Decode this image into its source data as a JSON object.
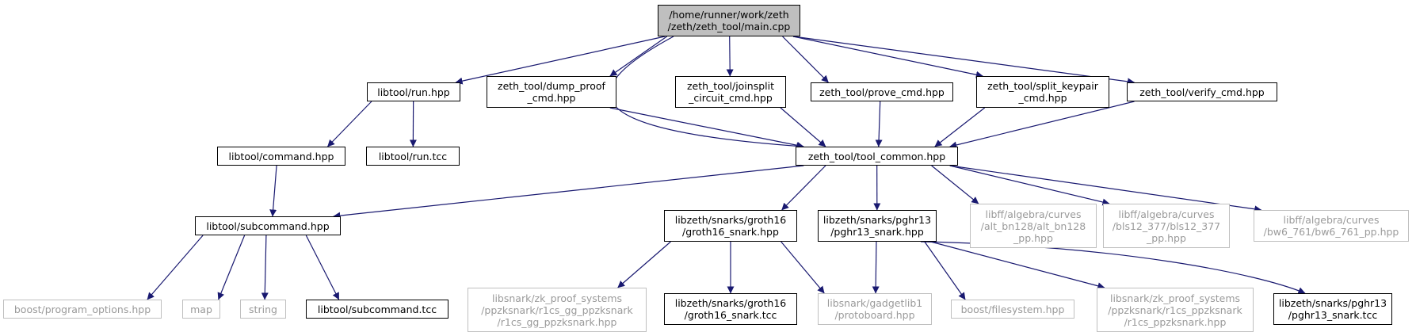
{
  "graph": {
    "edge_color": "#191970",
    "root_fill": "#bfbfbf",
    "external_border": "#bfbfbf",
    "nodes": {
      "main": {
        "label": "/home/runner/work/zeth\n/zeth/zeth_tool/main.cpp",
        "kind": "root"
      },
      "run_hpp": {
        "label": "libtool/run.hpp",
        "kind": "local"
      },
      "dump_proof": {
        "label": "zeth_tool/dump_proof\n_cmd.hpp",
        "kind": "local"
      },
      "joinsplit": {
        "label": "zeth_tool/joinsplit\n_circuit_cmd.hpp",
        "kind": "local"
      },
      "prove_cmd": {
        "label": "zeth_tool/prove_cmd.hpp",
        "kind": "local"
      },
      "split_keypair": {
        "label": "zeth_tool/split_keypair\n_cmd.hpp",
        "kind": "local"
      },
      "verify_cmd": {
        "label": "zeth_tool/verify_cmd.hpp",
        "kind": "local"
      },
      "command_hpp": {
        "label": "libtool/command.hpp",
        "kind": "local"
      },
      "run_tcc": {
        "label": "libtool/run.tcc",
        "kind": "local"
      },
      "tool_common": {
        "label": "zeth_tool/tool_common.hpp",
        "kind": "local"
      },
      "subcommand_hpp": {
        "label": "libtool/subcommand.hpp",
        "kind": "local"
      },
      "groth16_snark": {
        "label": "libzeth/snarks/groth16\n/groth16_snark.hpp",
        "kind": "local"
      },
      "pghr13_snark": {
        "label": "libzeth/snarks/pghr13\n/pghr13_snark.hpp",
        "kind": "local"
      },
      "alt_bn128": {
        "label": "libff/algebra/curves\n/alt_bn128/alt_bn128\n_pp.hpp",
        "kind": "external"
      },
      "bls12_377": {
        "label": "libff/algebra/curves\n/bls12_377/bls12_377\n_pp.hpp",
        "kind": "external"
      },
      "bw6_761": {
        "label": "libff/algebra/curves\n/bw6_761/bw6_761_pp.hpp",
        "kind": "external"
      },
      "program_options": {
        "label": "boost/program_options.hpp",
        "kind": "external"
      },
      "map": {
        "label": "map",
        "kind": "external"
      },
      "string": {
        "label": "string",
        "kind": "external"
      },
      "subcommand_tcc": {
        "label": "libtool/subcommand.tcc",
        "kind": "local"
      },
      "r1cs_gg": {
        "label": "libsnark/zk_proof_systems\n/ppzksnark/r1cs_gg_ppzksnark\n/r1cs_gg_ppzksnark.hpp",
        "kind": "external"
      },
      "groth16_tcc": {
        "label": "libzeth/snarks/groth16\n/groth16_snark.tcc",
        "kind": "local"
      },
      "protoboard": {
        "label": "libsnark/gadgetlib1\n/protoboard.hpp",
        "kind": "external"
      },
      "filesystem": {
        "label": "boost/filesystem.hpp",
        "kind": "external"
      },
      "r1cs_ppzk": {
        "label": "libsnark/zk_proof_systems\n/ppzksnark/r1cs_ppzksnark\n/r1cs_ppzksnark.hpp",
        "kind": "external"
      },
      "pghr13_tcc": {
        "label": "libzeth/snarks/pghr13\n/pghr13_snark.tcc",
        "kind": "local"
      }
    },
    "edges": [
      [
        "main",
        "run_hpp"
      ],
      [
        "main",
        "dump_proof"
      ],
      [
        "main",
        "joinsplit"
      ],
      [
        "main",
        "prove_cmd"
      ],
      [
        "main",
        "split_keypair"
      ],
      [
        "main",
        "verify_cmd"
      ],
      [
        "main",
        "tool_common"
      ],
      [
        "run_hpp",
        "command_hpp"
      ],
      [
        "run_hpp",
        "run_tcc"
      ],
      [
        "command_hpp",
        "subcommand_hpp"
      ],
      [
        "dump_proof",
        "tool_common"
      ],
      [
        "joinsplit",
        "tool_common"
      ],
      [
        "prove_cmd",
        "tool_common"
      ],
      [
        "split_keypair",
        "tool_common"
      ],
      [
        "verify_cmd",
        "tool_common"
      ],
      [
        "tool_common",
        "subcommand_hpp"
      ],
      [
        "tool_common",
        "groth16_snark"
      ],
      [
        "tool_common",
        "pghr13_snark"
      ],
      [
        "tool_common",
        "alt_bn128"
      ],
      [
        "tool_common",
        "bls12_377"
      ],
      [
        "tool_common",
        "bw6_761"
      ],
      [
        "subcommand_hpp",
        "program_options"
      ],
      [
        "subcommand_hpp",
        "map"
      ],
      [
        "subcommand_hpp",
        "string"
      ],
      [
        "subcommand_hpp",
        "subcommand_tcc"
      ],
      [
        "groth16_snark",
        "r1cs_gg"
      ],
      [
        "groth16_snark",
        "groth16_tcc"
      ],
      [
        "groth16_snark",
        "protoboard"
      ],
      [
        "pghr13_snark",
        "protoboard"
      ],
      [
        "pghr13_snark",
        "filesystem"
      ],
      [
        "pghr13_snark",
        "r1cs_ppzk"
      ],
      [
        "pghr13_snark",
        "pghr13_tcc"
      ]
    ]
  }
}
